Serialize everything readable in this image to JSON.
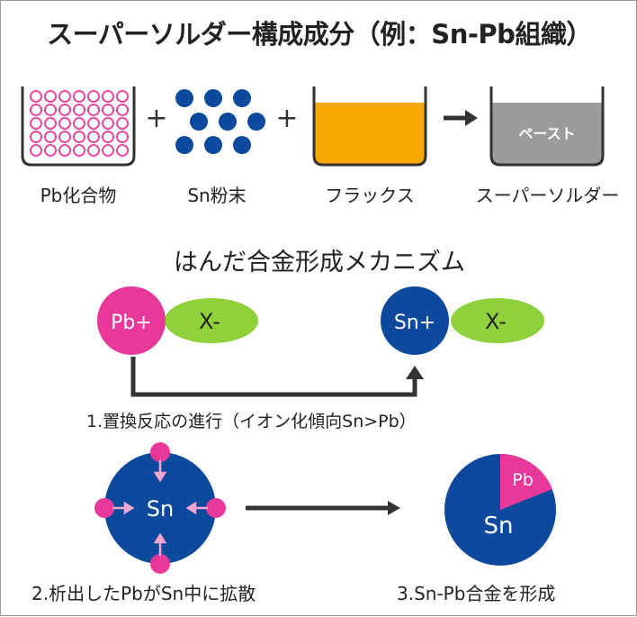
{
  "title": "スーパーソルダー構成成分（例：Sn-Pb組織）",
  "components": [
    {
      "label": "Pb化合物"
    },
    {
      "label": "Sn粉末"
    },
    {
      "label": "フラックス"
    },
    {
      "label": "スーパーソルダー"
    }
  ],
  "operators": {
    "plus": "+"
  },
  "paste_label": "ペースト",
  "mechanism": {
    "title": "はんだ合金形成メカニズム",
    "pb_ion": "Pb+",
    "sn_ion": "Sn+",
    "anion": "X-",
    "step1": "1.置換反応の進行（イオン化傾向Sn>Pb）",
    "step2": "2.析出したPbがSn中に拡散",
    "step3": "3.Sn-Pb合金を形成",
    "sn_label": "Sn",
    "pb_label": "Pb"
  },
  "colors": {
    "pink": "#e8399a",
    "blue": "#0d4a9e",
    "green": "#8fd13a",
    "flux": "#f7a800",
    "paste": "#9b9b9b",
    "dark": "#333333"
  }
}
